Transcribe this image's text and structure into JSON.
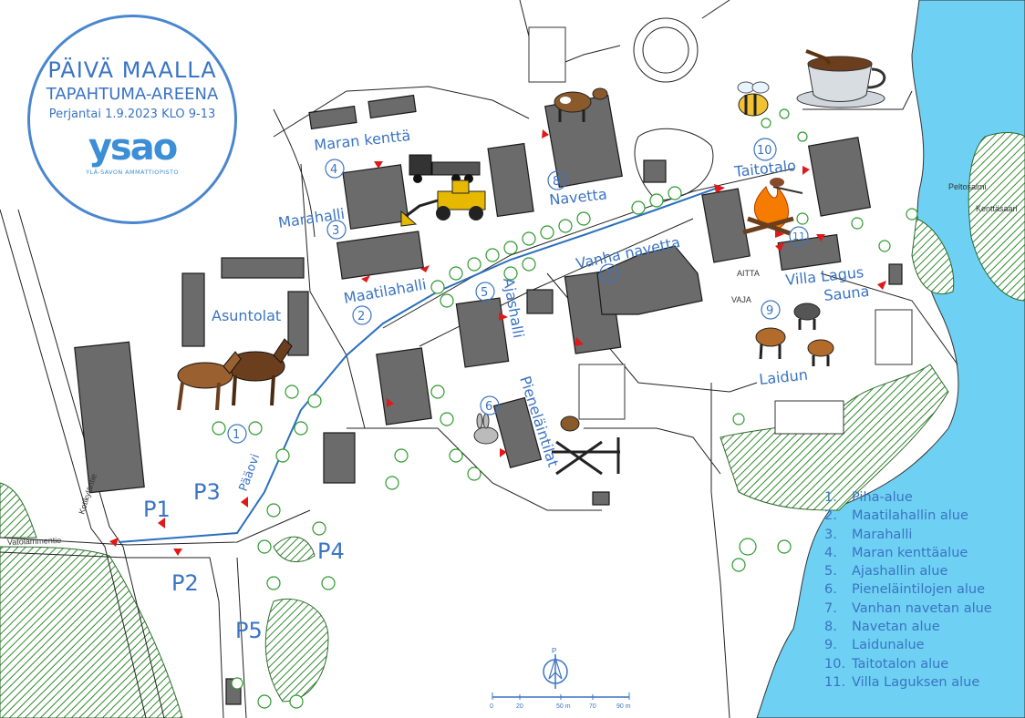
{
  "badge": {
    "title": "PÄIVÄ MAALLA",
    "subtitle": "TAPAHTUMA-AREENA",
    "date": "Perjantai 1.9.2023 KLO 9-13",
    "logo_text": "ysao",
    "logo_subtext": "YLÄ-SAVON AMMATTIOPISTO"
  },
  "areas": {
    "maran_kentta": "Maran kenttä",
    "marahalli": "Marahalli",
    "maatilahalli": "Maatilahalli",
    "asuntolat": "Asuntolat",
    "ajashalli": "Ajashalli",
    "pienelaintilat": "Pieneläintilat",
    "vanha_navetta": "Vanha navetta",
    "navetta": "Navetta",
    "taitotalo": "Taitotalo",
    "villa_lagus": "Villa Lagus",
    "sauna": "Sauna",
    "laidun": "Laidun",
    "paaovi": "Pääovi"
  },
  "numbers": {
    "n1": "1",
    "n2": "2",
    "n3": "3",
    "n4": "4",
    "n5": "5",
    "n6": "6",
    "n7": "7",
    "n8": "8",
    "n9": "9",
    "n10": "10",
    "n11": "11"
  },
  "parking": {
    "p1": "P1",
    "p2": "P2",
    "p3": "P3",
    "p4": "P4",
    "p5": "P5"
  },
  "places": {
    "peltosalmi": "Peltosalmi",
    "kenttasaari": "Kenttäsaari",
    "kotikylantie": "Kotikyläntie",
    "vatolammentie": "Vatolammentie",
    "aitta": "AITTA",
    "vaja": "VAJA"
  },
  "compass": {
    "north": "P"
  },
  "scale": {
    "t0": "0",
    "t20": "20",
    "t50": "50 m",
    "t70": "70",
    "t90": "90 m"
  },
  "legend": [
    {
      "num": "1.",
      "label": "Piha-alue"
    },
    {
      "num": "2.",
      "label": "Maatilahallin alue"
    },
    {
      "num": "3.",
      "label": "Marahalli"
    },
    {
      "num": "4.",
      "label": "Maran kenttäalue"
    },
    {
      "num": "5.",
      "label": "Ajashallin alue"
    },
    {
      "num": "6.",
      "label": "Pieneläintilojen alue"
    },
    {
      "num": "7.",
      "label": "Vanhan navetan alue"
    },
    {
      "num": "8.",
      "label": "Navetan alue"
    },
    {
      "num": "9.",
      "label": "Laidunalue"
    },
    {
      "num": "10.",
      "label": "Taitotalon alue"
    },
    {
      "num": "11.",
      "label": "Villa Laguksen alue"
    }
  ],
  "colors": {
    "accent": "#3a74c4",
    "water": "#6ed0f2",
    "forest": "#2f8a2f",
    "marker": "#e01818",
    "building": "#6b6b6b"
  },
  "icons": [
    "cow-icon",
    "horse-icon",
    "calf-icon",
    "bee-icon",
    "coffee-cup-icon",
    "truck-icon",
    "wheel-loader-icon",
    "campfire-icon",
    "rabbit-icon",
    "hobby-horse-icon",
    "compass-icon"
  ]
}
